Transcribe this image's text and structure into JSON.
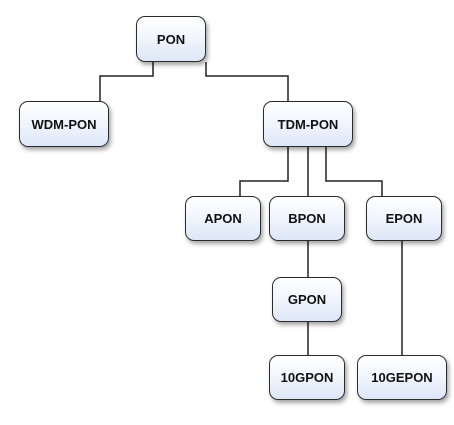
{
  "nodes": {
    "pon": "PON",
    "wdm_pon": "WDM-PON",
    "tdm_pon": "TDM-PON",
    "apon": "APON",
    "bpon": "BPON",
    "epon": "EPON",
    "gpon": "GPON",
    "ten_gpon": "10GPON",
    "ten_gepon": "10GEPON"
  },
  "edges": [
    [
      "pon",
      "wdm_pon"
    ],
    [
      "pon",
      "tdm_pon"
    ],
    [
      "tdm_pon",
      "apon"
    ],
    [
      "tdm_pon",
      "bpon"
    ],
    [
      "tdm_pon",
      "epon"
    ],
    [
      "bpon",
      "gpon"
    ],
    [
      "gpon",
      "ten_gpon"
    ],
    [
      "epon",
      "ten_gepon"
    ]
  ],
  "colors": {
    "node_fill_top": "#ffffff",
    "node_fill_bottom": "#dde7f7",
    "node_border": "#2b2b2b",
    "connector": "#222222"
  }
}
